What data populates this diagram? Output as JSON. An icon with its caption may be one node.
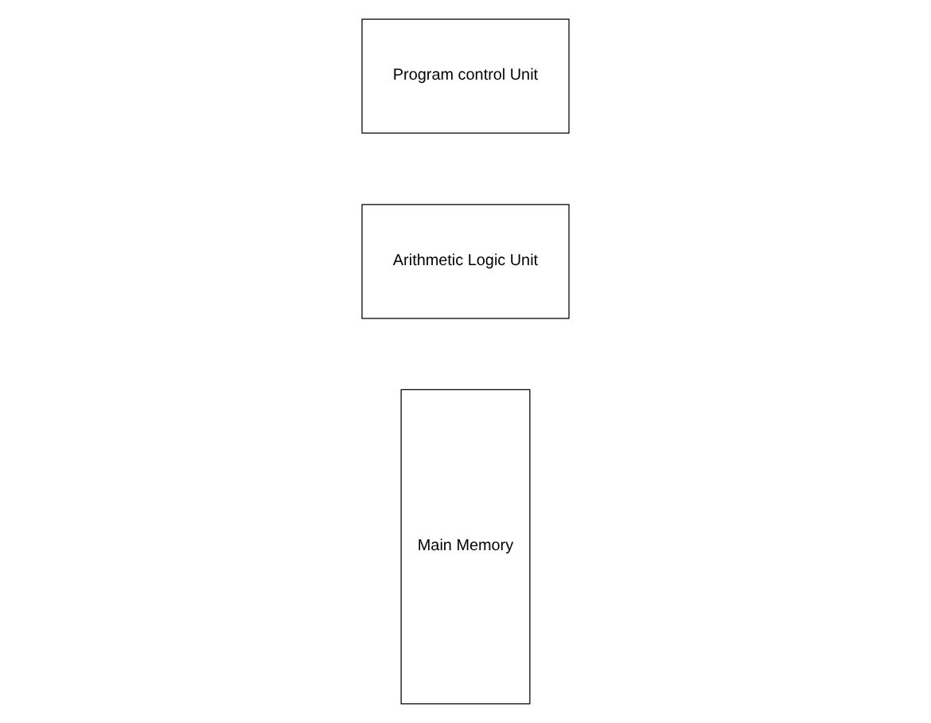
{
  "diagram": {
    "nodes": [
      {
        "text": [
          "Main Memory"
        ]
      },
      {
        "text": [
          "Arithmetic Logic Unit"
        ]
      },
      {
        "text": [
          "Program control Unit"
        ]
      }
    ]
  }
}
